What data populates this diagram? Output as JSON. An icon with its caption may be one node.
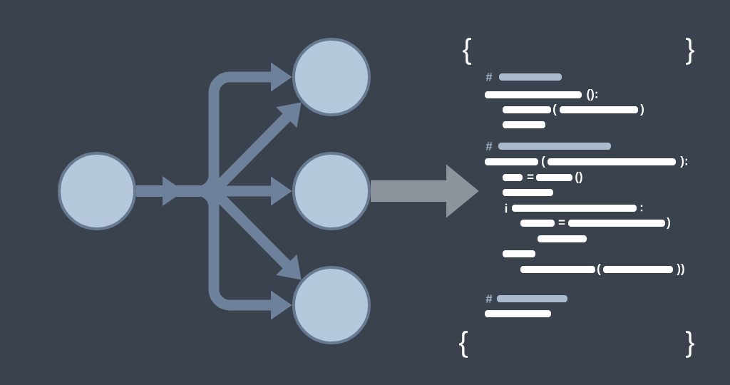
{
  "diagram": {
    "nodes": [
      {
        "text": [],
        "shape": "circle"
      },
      {
        "text": [],
        "shape": "circle"
      },
      {
        "text": [],
        "shape": "circle"
      },
      {
        "text": [],
        "shape": "circle"
      }
    ],
    "edges": [
      {
        "from": 0,
        "to": 1,
        "arrow": "to"
      },
      {
        "from": 0,
        "to": 1,
        "arrow": "to"
      },
      {
        "from": 0,
        "to": 2,
        "arrow": "to"
      },
      {
        "from": 0,
        "to": 3,
        "arrow": "to"
      },
      {
        "from": 0,
        "to": 3,
        "arrow": "to"
      },
      {
        "from": 2,
        "to": null,
        "arrow": "to",
        "style": "thick",
        "color": "#8d949c"
      }
    ],
    "labels": [
      "{",
      "}",
      "#",
      "():",
      "(",
      ")",
      "#",
      "(",
      "):",
      "=",
      "()",
      "i",
      ":",
      "=",
      ")",
      "(",
      "))",
      "#",
      "{",
      "}"
    ]
  }
}
